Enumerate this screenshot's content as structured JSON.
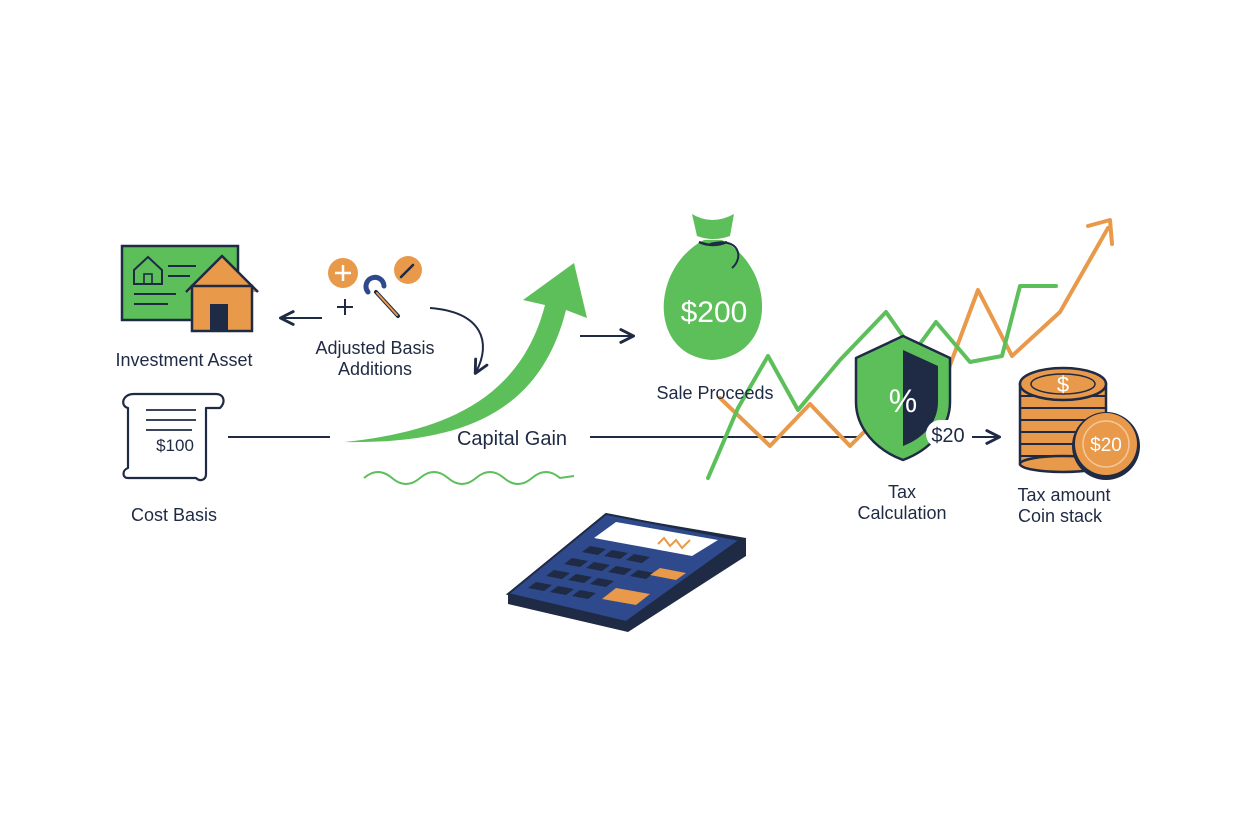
{
  "labels": {
    "investment_asset": "Investment Asset",
    "adjusted_basis_line1": "Adjusted Basis",
    "adjusted_basis_line2": "Additions",
    "cost_basis": "Cost Basis",
    "cost_basis_value": "$100",
    "capital_gain": "Capital Gain",
    "sale_proceeds": "Sale Proceeds",
    "sale_proceeds_value": "$200",
    "tax_calc_line1": "Tax",
    "tax_calc_line2": "Calculation",
    "tax_percent_symbol": "%",
    "tax_value": "$20",
    "tax_amount_line1": "Tax amount",
    "tax_amount_line2": "Coin stack",
    "coin_value": "$20",
    "coin_symbol": "$"
  },
  "colors": {
    "green": "#5cbf5a",
    "orange": "#e8994a",
    "navy": "#1f2a44",
    "calc_blue": "#2e4a8c"
  },
  "icons": [
    "house-document-icon",
    "plus-circle-icon",
    "wrench-icon",
    "receipt-scroll-icon",
    "money-bag-icon",
    "shield-percent-icon",
    "coin-stack-icon",
    "calculator-icon"
  ]
}
